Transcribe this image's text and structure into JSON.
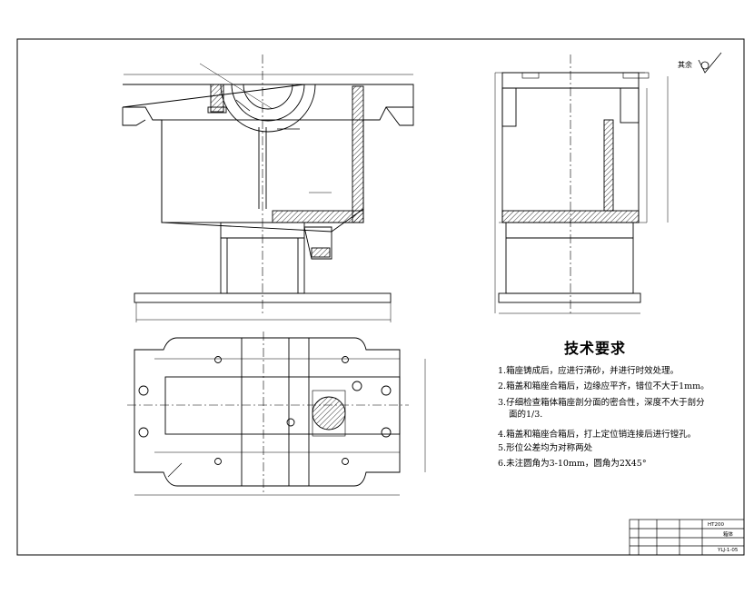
{
  "roughness_note": "其余",
  "tech_requirements": {
    "title": "技术要求",
    "items": [
      "1.箱座铸成后，应进行清砂，并进行时效处理。",
      "2.箱盖和箱座合箱后，边缘应平齐，错位不大于1mm。",
      "3.仔细检查箱体箱座剖分面的密合性，深度不大于剖分",
      "面的1/3.",
      "4.箱盖和箱座合箱后，打上定位销连接后进行镗孔。",
      "5.形位公差均为对称两处",
      "6.未注圆角为3-10mm，圆角为2X45°"
    ]
  },
  "title_block": {
    "part_name": "箱体",
    "drawing_number": "YLJ-1-05",
    "material": "HT200"
  }
}
